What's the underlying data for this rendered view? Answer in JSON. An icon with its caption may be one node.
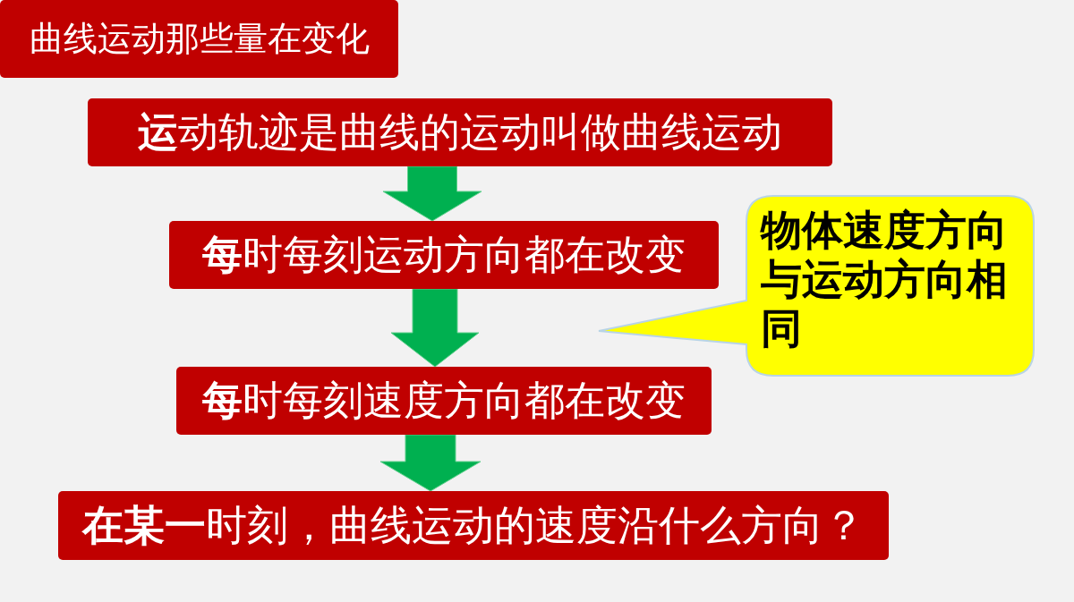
{
  "diagram": {
    "nodes": [
      {
        "text": [
          "曲线运动那些量在变化"
        ]
      },
      {
        "text": [
          "**运**动轨迹是曲线的运动叫做曲线运动"
        ]
      },
      {
        "text": [
          "**每**时每刻运动方向都在改变"
        ]
      },
      {
        "text": [
          "**每**时每刻速度方向都在改变"
        ]
      },
      {
        "text": [
          "**在某一**时刻，曲线运动的速度沿什么方向？"
        ]
      },
      {
        "text": [
          "物体速度方向与运动方向相同"
        ]
      }
    ],
    "edges": [
      {
        "from": 1,
        "to": 2,
        "arrow": "to"
      },
      {
        "from": 2,
        "to": 3,
        "arrow": "to"
      },
      {
        "from": 3,
        "to": 4,
        "arrow": "to"
      }
    ]
  }
}
